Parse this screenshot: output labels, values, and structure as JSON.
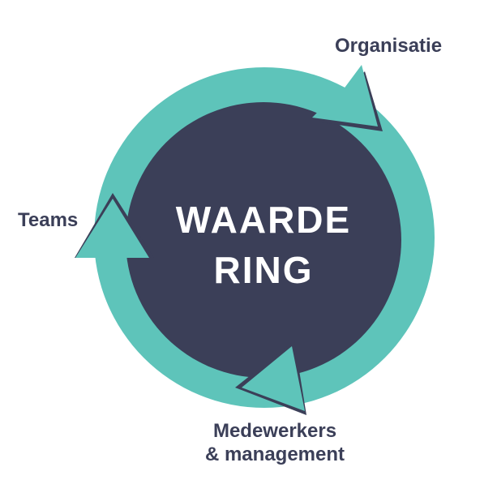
{
  "diagram": {
    "center_lines": [
      "WAARDE",
      "RING"
    ],
    "labels": {
      "top_right": "Organisatie",
      "left": "Teams",
      "bottom_line1": "Medewerkers",
      "bottom_line2": "& management"
    },
    "colors": {
      "ring": "#5ec4ba",
      "core": "#3b3f58",
      "text": "#3b3f58"
    }
  }
}
